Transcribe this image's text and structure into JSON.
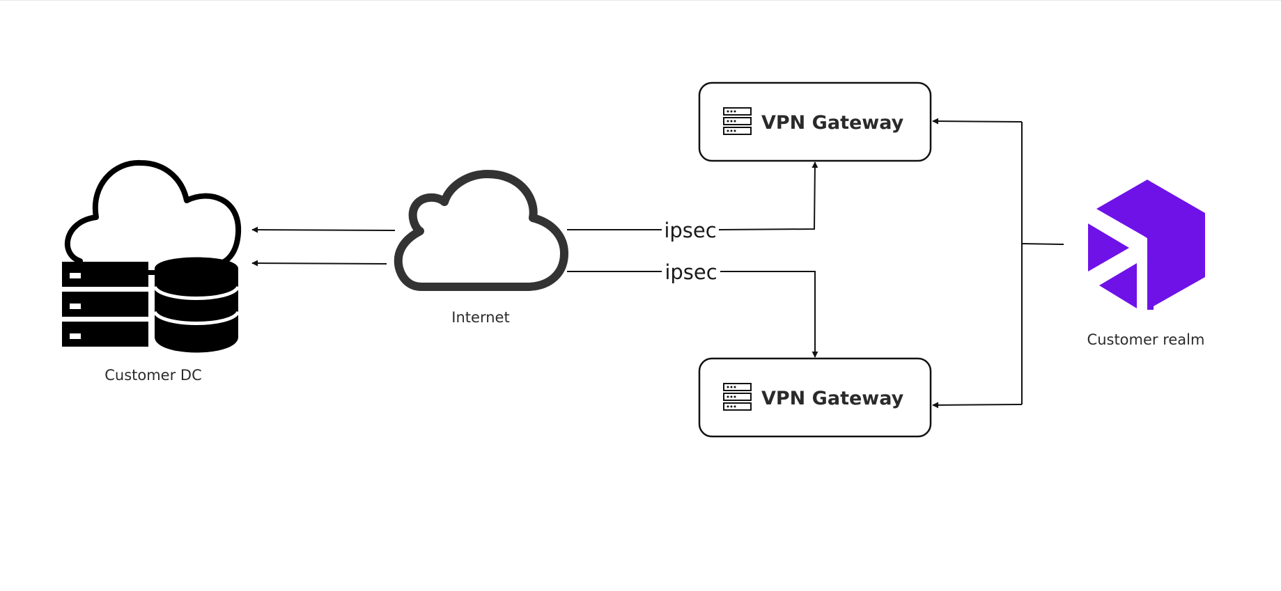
{
  "diagram": {
    "nodes": {
      "customer_dc": {
        "label": "Customer DC",
        "icon": "cloud-server-database-icon"
      },
      "internet": {
        "label": "Internet",
        "icon": "cloud-icon"
      },
      "vpn_gateway_top": {
        "label": "VPN Gateway",
        "icon": "server-rack-icon"
      },
      "vpn_gateway_bottom": {
        "label": "VPN Gateway",
        "icon": "server-rack-icon"
      },
      "customer_realm": {
        "label": "Customer realm",
        "icon": "realm-hexagon-logo",
        "color": "#6F12E8"
      }
    },
    "edges": {
      "ipsec_top": {
        "label": "ipsec"
      },
      "ipsec_bottom": {
        "label": "ipsec"
      }
    },
    "colors": {
      "line": "#111111",
      "cloud_stroke": "#333333",
      "brand": "#6F12E8"
    }
  }
}
